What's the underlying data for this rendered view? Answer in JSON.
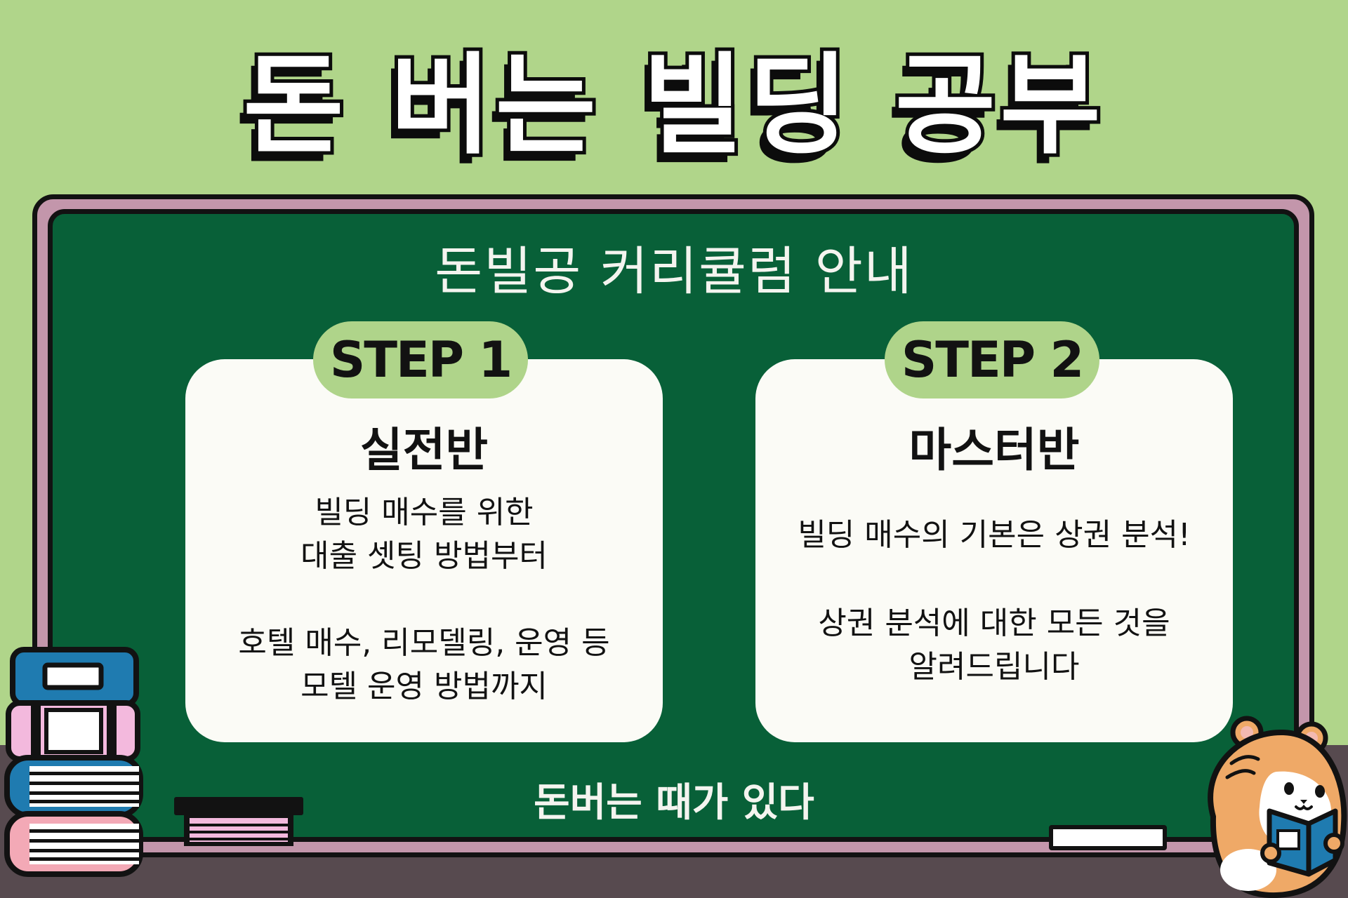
{
  "poster": {
    "title": "돈 버는 빌딩 공부",
    "board_title": "돈빌공 커리큘럼 안내",
    "footer": "돈버는 때가 있다"
  },
  "steps": [
    {
      "label": "STEP 1",
      "name": "실전반",
      "desc_lines": [
        "빌딩 매수를 위한",
        "대출 셋팅 방법부터",
        "",
        "호텔 매수, 리모델링, 운영 등",
        "모텔 운영 방법까지"
      ]
    },
    {
      "label": "STEP 2",
      "name": "마스터반",
      "desc_lines": [
        "빌딩 매수의 기본은 상권 분석!",
        "",
        "상권 분석에 대한 모든 것을",
        "알려드립니다"
      ]
    }
  ],
  "colors": {
    "background": "#b0d58a",
    "board": "#086038",
    "frame": "#c396ab",
    "card": "#fbfbf6",
    "pill": "#afd48a",
    "floor": "#574a4f"
  },
  "icons": [
    "book-stack-icon",
    "eraser-icon",
    "chalk-icon",
    "hamster-reading-icon"
  ]
}
